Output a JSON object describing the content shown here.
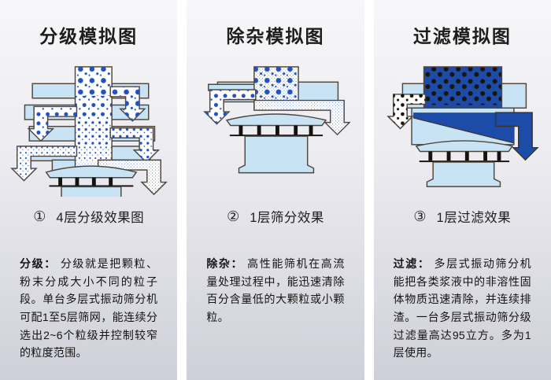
{
  "page_type": "vibrating-sieve-function-infographic",
  "colors": {
    "panel_background_top": "#f7f7f9",
    "panel_background_bottom": "#cfcfd9",
    "gap_white": "#ffffff",
    "title_text": "#1d1d1d",
    "body_text": "#141414",
    "machine_light_blue": "#c8e4f4",
    "particle_blue": "#2152c4",
    "slurry_dark_blue": "#1d4ca8",
    "solid_particle_dark": "#1c140c",
    "outline_brown": "#50463c"
  },
  "panels": [
    {
      "id": "classification",
      "title": "分级模拟图",
      "diagram": "four-deck vibrating sieve separating particles into 5 size grades via alternating left/right discharge arrows",
      "caption_number": "①",
      "caption_text": "4层分级效果图",
      "desc_label": "分级：",
      "desc_text": "分级就是把颗粒、粉末分成大小不同的粒子段。单台多层式振动筛分机可配1至5层筛网，能连续分选出2~6个粒级并控制较窄的粒度范围。"
    },
    {
      "id": "impurity-removal",
      "title": "除杂模拟图",
      "diagram": "single-deck vibrating sieve removing coarse impurities to the left while fine material discharges right",
      "caption_number": "②",
      "caption_text": "1层筛分效果",
      "desc_label": "除杂：",
      "desc_text": "高性能筛机在高流量处理过程中，能迅速清除百分含量低的大颗粒或小颗粒。"
    },
    {
      "id": "filtration",
      "title": "过滤模拟图",
      "diagram": "single-deck vibrating sieve filtering slurry: solids discharged left, liquid flowing out right",
      "caption_number": "③",
      "caption_text": "1层过滤效果",
      "desc_label": "过滤：",
      "desc_text": "多层式振动筛分机能把各类浆液中的非溶性固体物质迅速清除，并连续排渣。一台多层式振动筛分级过滤量高达95立方。多为1层使用。"
    }
  ]
}
